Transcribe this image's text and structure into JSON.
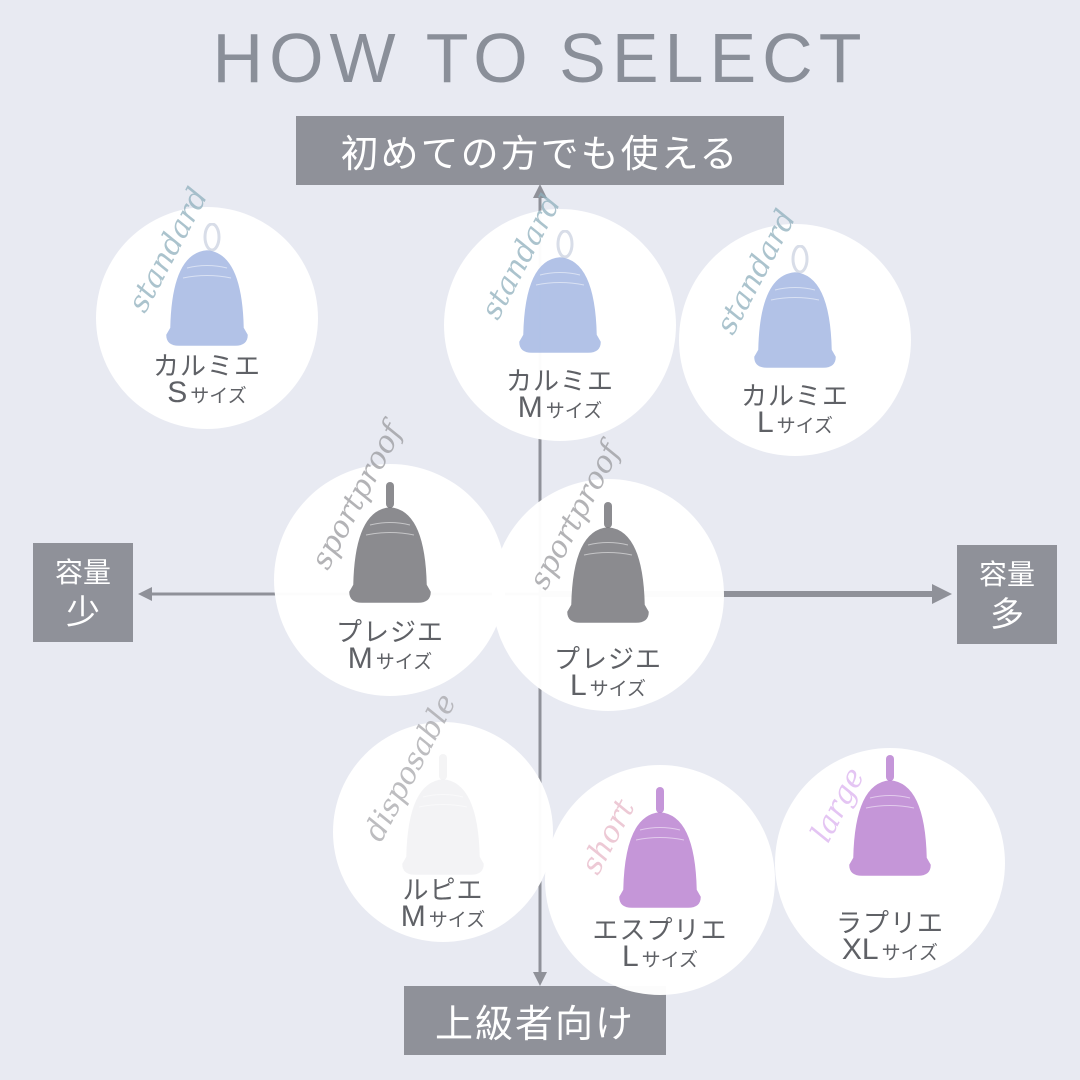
{
  "title": "HOW TO SELECT",
  "axis": {
    "top": "初めての方でも使える",
    "bottom": "上級者向け",
    "left": {
      "line1": "容量",
      "line2": "少"
    },
    "right": {
      "line1": "容量",
      "line2": "多"
    }
  },
  "colors": {
    "background": "#e8eaf2",
    "label_box": "#8f9199",
    "axis_line": "#8f9199"
  },
  "products": [
    {
      "name": "カルミエ",
      "size": "S",
      "size_suffix": "サイズ",
      "tag": "standard",
      "cup_color": "#9fb4e2",
      "tag_color": "#8fb0bd",
      "loop": true
    },
    {
      "name": "カルミエ",
      "size": "M",
      "size_suffix": "サイズ",
      "tag": "standard",
      "cup_color": "#9fb4e2",
      "tag_color": "#8fb0bd",
      "loop": true
    },
    {
      "name": "カルミエ",
      "size": "L",
      "size_suffix": "サイズ",
      "tag": "standard",
      "cup_color": "#9fb4e2",
      "tag_color": "#8fb0bd",
      "loop": true
    },
    {
      "name": "プレジエ",
      "size": "M",
      "size_suffix": "サイズ",
      "tag": "sportproof",
      "cup_color": "#6f6f74",
      "tag_color": "#9a9a9e",
      "loop": false
    },
    {
      "name": "プレジエ",
      "size": "L",
      "size_suffix": "サイズ",
      "tag": "sportproof",
      "cup_color": "#6f6f74",
      "tag_color": "#9a9a9e",
      "loop": false
    },
    {
      "name": "ルピエ",
      "size": "M",
      "size_suffix": "サイズ",
      "tag": "disposable",
      "cup_color": "#f1f1f3",
      "tag_color": "#a7a7ab",
      "loop": false
    },
    {
      "name": "エスプリエ",
      "size": "L",
      "size_suffix": "サイズ",
      "tag": "short",
      "cup_color": "#b77ccf",
      "tag_color": "#e7b8c8",
      "loop": false
    },
    {
      "name": "ラプリエ",
      "size": "XL",
      "size_suffix": "サイズ",
      "tag": "large",
      "cup_color": "#b77ccf",
      "tag_color": "#dcb2ef",
      "loop": false
    }
  ]
}
